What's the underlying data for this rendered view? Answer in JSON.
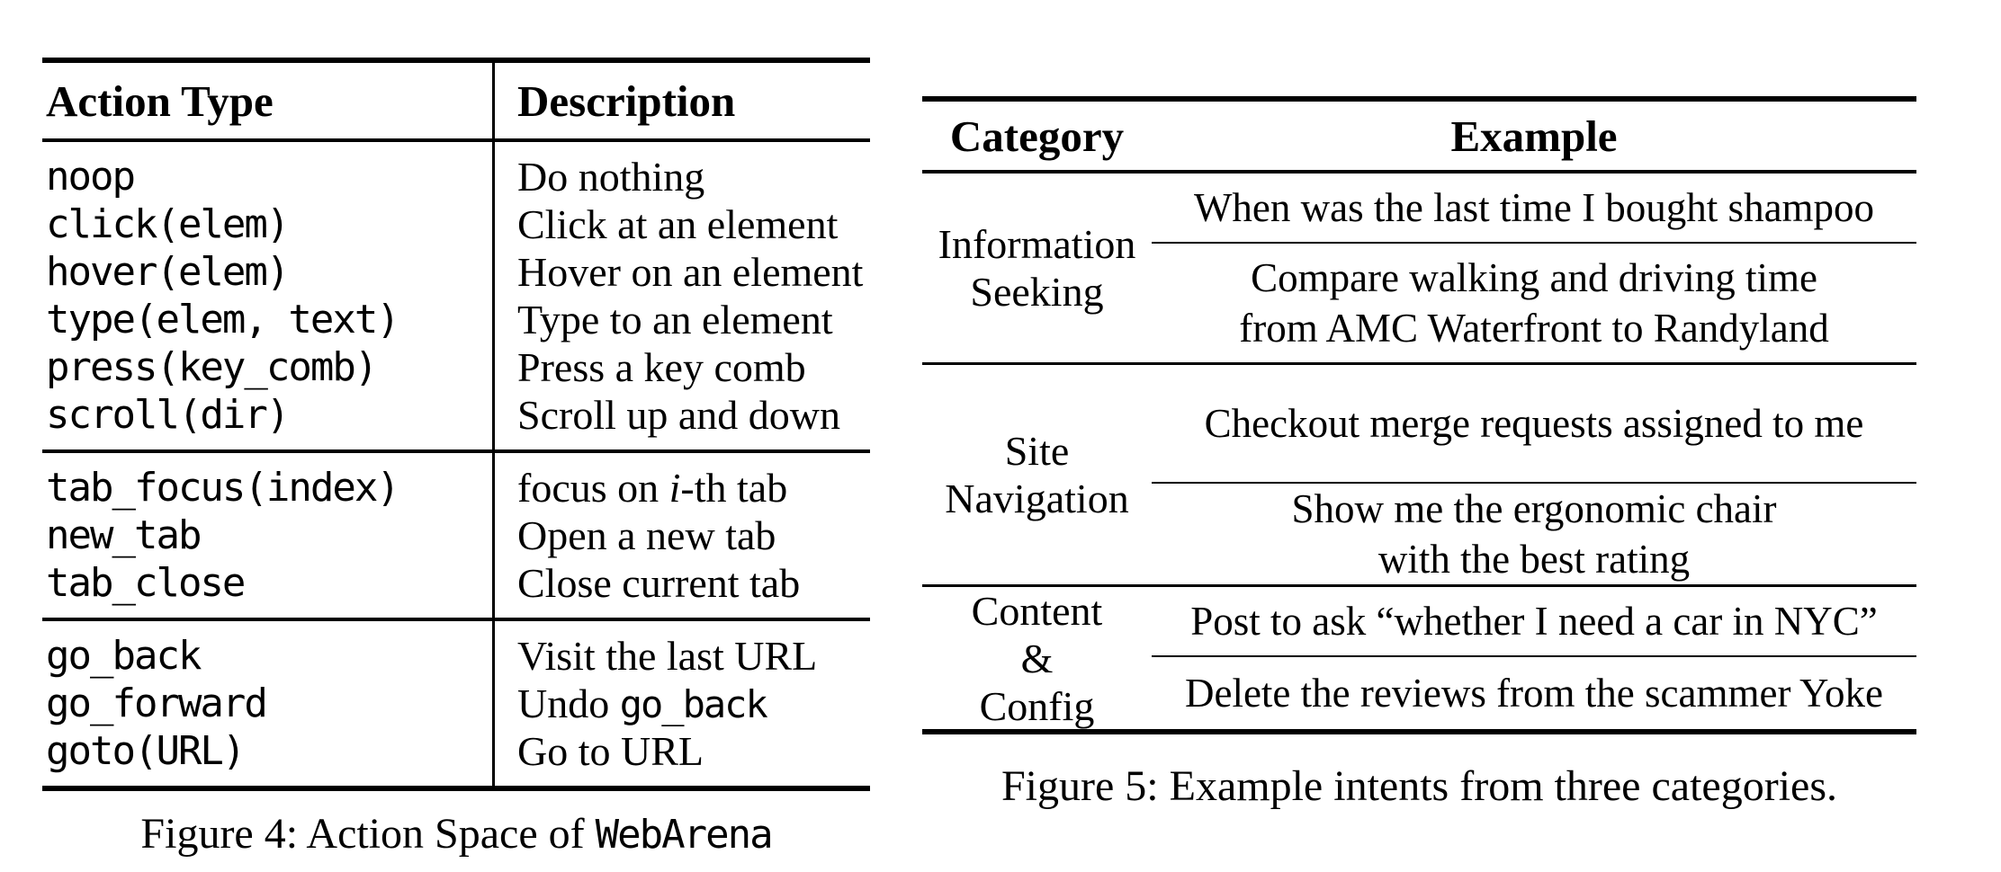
{
  "colors": {
    "text": "#000000",
    "background": "#ffffff"
  },
  "figure4": {
    "header": {
      "col1": "Action Type",
      "col2": "Description"
    },
    "groups": [
      {
        "rows": [
          {
            "action": "noop",
            "pre": "Do nothing"
          },
          {
            "action": "click(elem)",
            "pre": "Click at an element"
          },
          {
            "action": "hover(elem)",
            "pre": "Hover on an element"
          },
          {
            "action": "type(elem, text)",
            "pre": "Type to an element"
          },
          {
            "action": "press(key_comb)",
            "pre": "Press a key comb"
          },
          {
            "action": "scroll(dir)",
            "pre": "Scroll up and down"
          }
        ]
      },
      {
        "rows": [
          {
            "action": "tab_focus(index)",
            "pre": "focus on ",
            "it": "i",
            "post": "-th tab"
          },
          {
            "action": "new_tab",
            "pre": "Open a new tab"
          },
          {
            "action": "tab_close",
            "pre": "Close current tab"
          }
        ]
      },
      {
        "rows": [
          {
            "action": "go_back",
            "pre": "Visit the last URL"
          },
          {
            "action": "go_forward",
            "pre": "Undo ",
            "code": "go_back"
          },
          {
            "action": "goto(URL)",
            "pre": "Go to URL"
          }
        ]
      }
    ],
    "caption_text": "Figure 4: Action Space of ",
    "caption_code": "WebArena"
  },
  "figure5": {
    "header": {
      "col1": "Category",
      "col2": "Example"
    },
    "groups": [
      {
        "category": [
          "Information",
          "Seeking"
        ],
        "examples": [
          [
            "When was the last time I bought shampoo"
          ],
          [
            "Compare walking and driving time",
            "from AMC Waterfront to Randyland"
          ]
        ]
      },
      {
        "category": [
          "Site",
          "Navigation"
        ],
        "examples": [
          [
            "Checkout merge requests assigned to me"
          ],
          [
            "Show me the ergonomic chair",
            "with the best rating"
          ]
        ]
      },
      {
        "category": [
          "Content",
          "&",
          "Config"
        ],
        "examples": [
          [
            "Post to ask “whether I need a car in NYC”"
          ],
          [
            "Delete the reviews from the scammer Yoke"
          ]
        ]
      }
    ],
    "caption": "Figure 5: Example intents from three categories."
  }
}
